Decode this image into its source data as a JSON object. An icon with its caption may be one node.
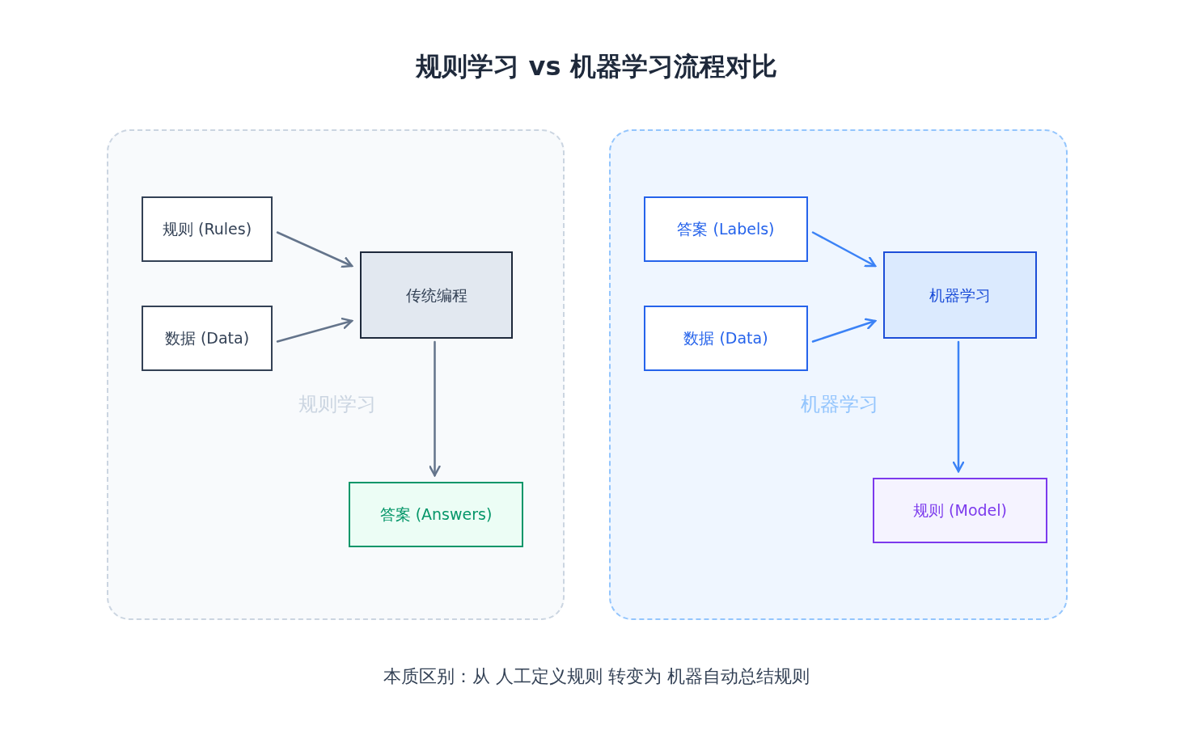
{
  "diagram": {
    "title": "规则学习 vs 机器学习流程对比",
    "caption": "本质区别：从 人工定义规则 转变为 机器自动总结规则",
    "nodes": [
      {
        "text": [
          "规则学习"
        ]
      },
      {
        "text": [
          "规则 (Rules)"
        ],
        "in": 0
      },
      {
        "text": [
          "数据 (Data)"
        ],
        "in": 0
      },
      {
        "text": [
          "传统编程"
        ],
        "in": 0
      },
      {
        "text": [
          "答案 (Answers)"
        ],
        "in": 0
      },
      {
        "text": [
          "机器学习"
        ]
      },
      {
        "text": [
          "答案 (Labels)"
        ],
        "in": 5
      },
      {
        "text": [
          "数据 (Data)"
        ],
        "in": 5
      },
      {
        "text": [
          "机器学习"
        ],
        "in": 5
      },
      {
        "text": [
          "规则 (Model)"
        ],
        "in": 5
      }
    ],
    "edges": [
      {
        "from": 1,
        "to": 3,
        "arrow": "to",
        "color": "#64748b"
      },
      {
        "from": 2,
        "to": 3,
        "arrow": "to",
        "color": "#64748b"
      },
      {
        "from": 3,
        "to": 4,
        "arrow": "to",
        "color": "#64748b"
      },
      {
        "from": 6,
        "to": 8,
        "arrow": "to",
        "color": "#3b82f6"
      },
      {
        "from": 7,
        "to": 8,
        "arrow": "to",
        "color": "#3b82f6"
      },
      {
        "from": 8,
        "to": 9,
        "arrow": "to",
        "color": "#3b82f6"
      }
    ]
  }
}
